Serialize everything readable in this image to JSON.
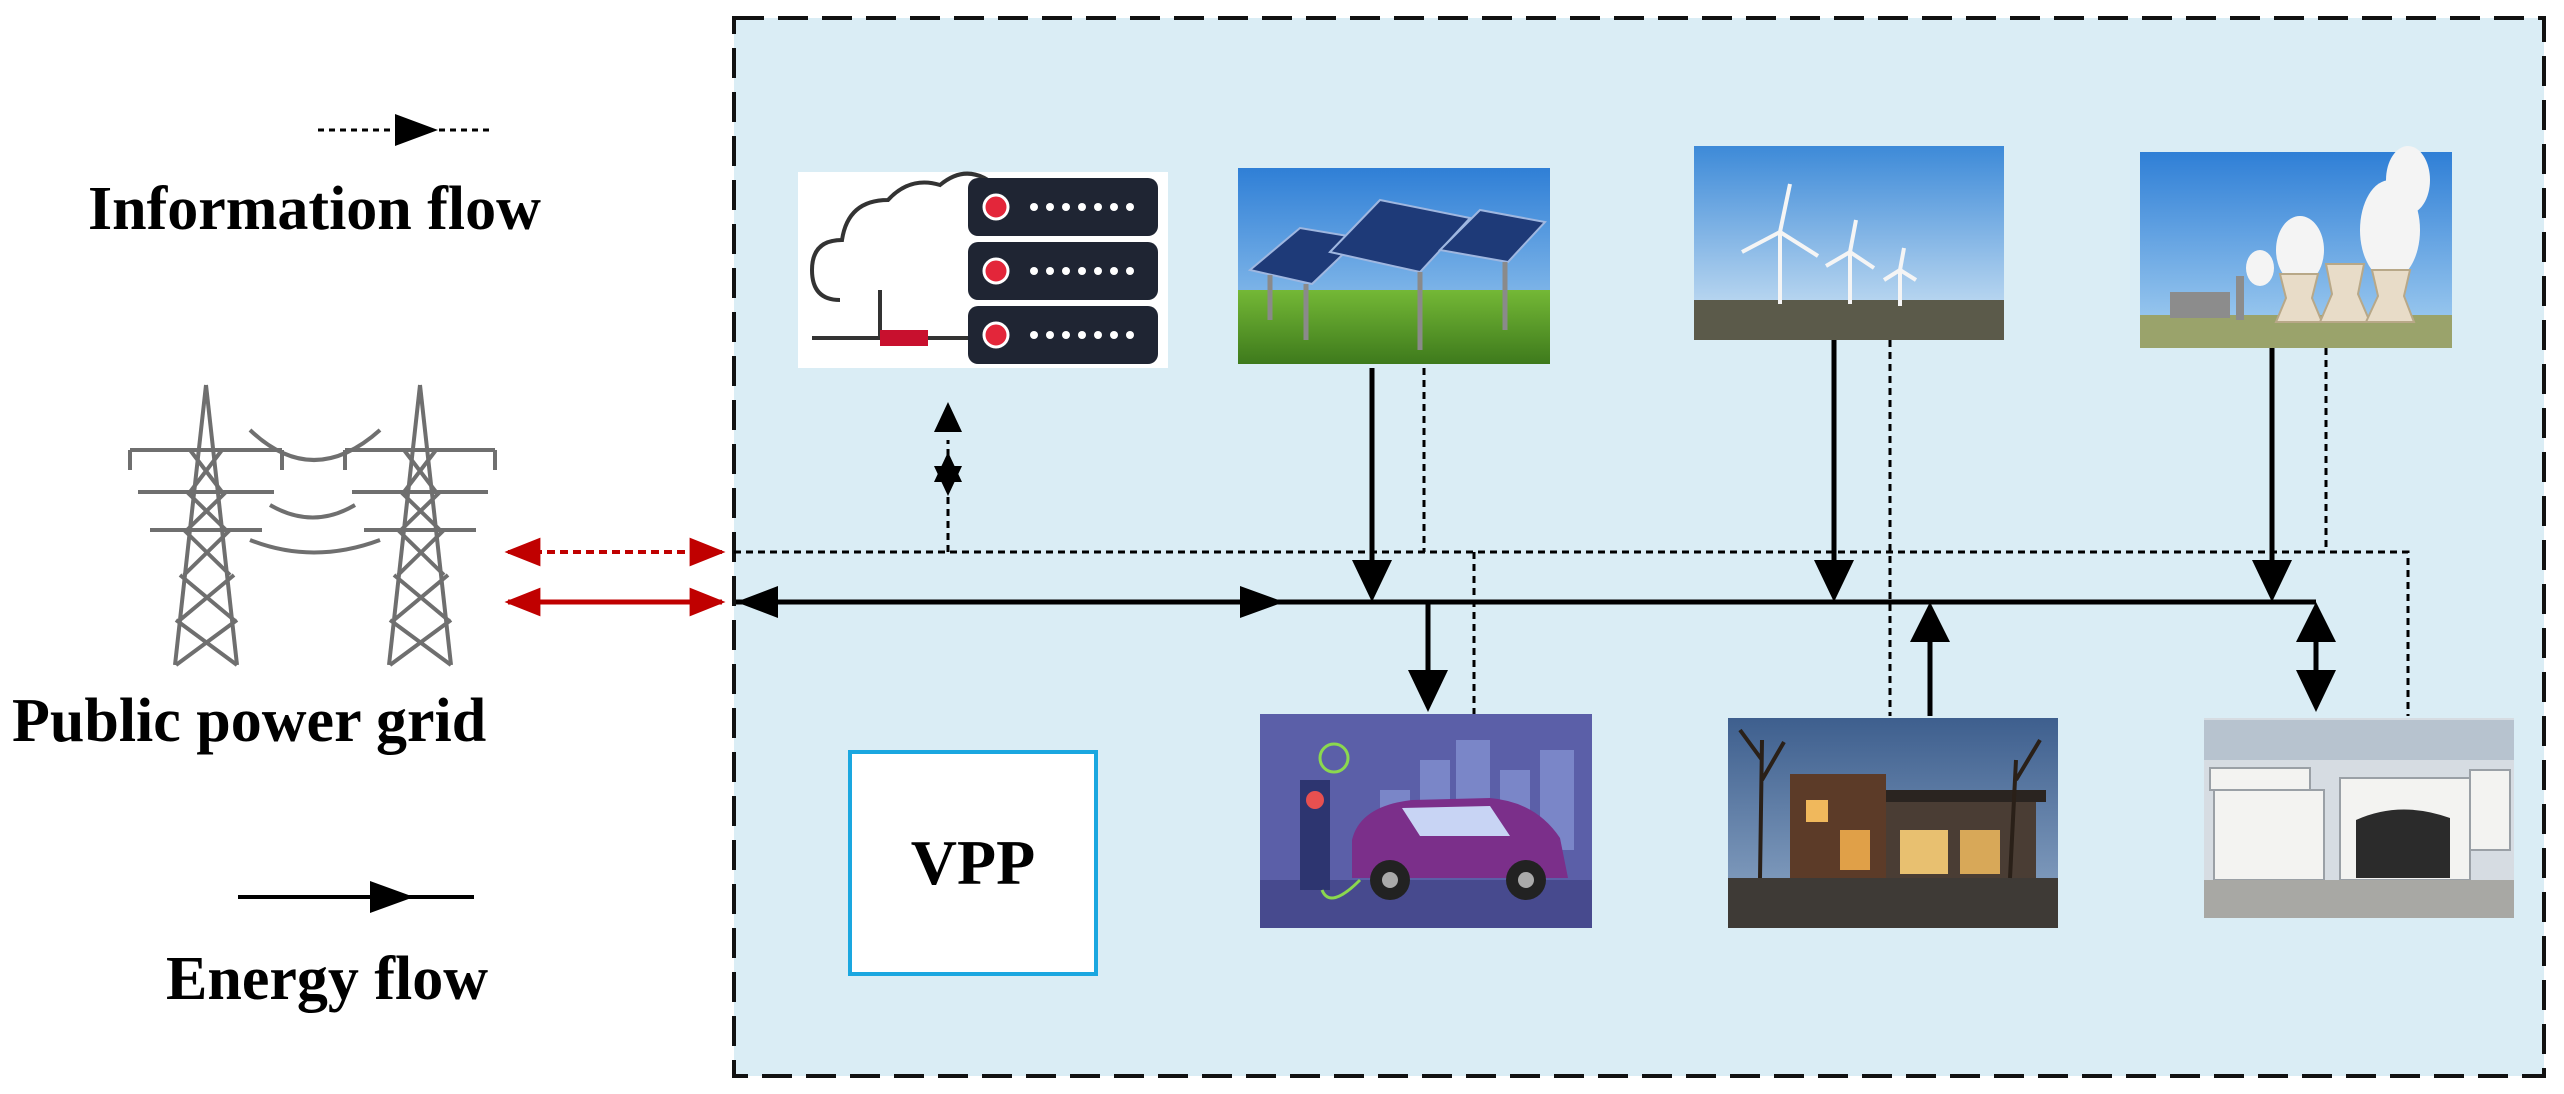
{
  "legend": {
    "information_flow": "Information flow",
    "energy_flow": "Energy flow"
  },
  "grid_label": "Public power grid",
  "vpp_label": "VPP",
  "icons": {
    "cloud_server": "cloud-server-icon",
    "solar": "solar-panel-icon",
    "wind": "wind-turbine-icon",
    "thermal": "thermal-power-plant-icon",
    "ev": "electric-vehicle-charging-icon",
    "house": "residential-house-icon",
    "storage": "energy-storage-icon",
    "tower": "transmission-tower-icon"
  },
  "colors": {
    "vpp_background": "#daedf5",
    "grid_arrow": "#c00000",
    "vpp_border": "#1aa7e0"
  }
}
